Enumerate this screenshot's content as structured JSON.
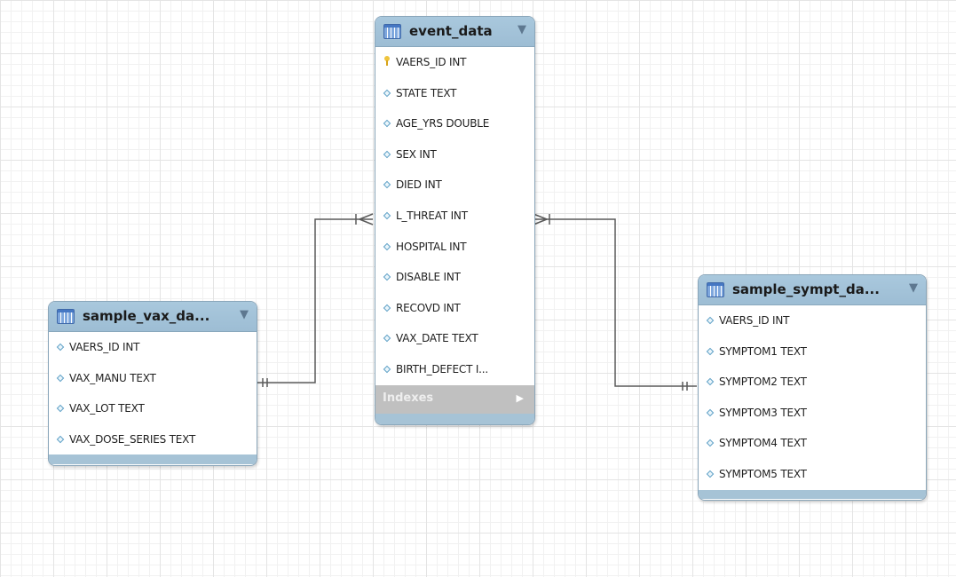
{
  "colors": {
    "header": "#a9c8dd",
    "header_border": "#89a8bd",
    "footer": "#a6c3d6",
    "indexes_bar": "#c0c0c0",
    "connector": "#5a5a5a",
    "grid": "#e4e4e4"
  },
  "tables": {
    "event_data": {
      "title": "event_data",
      "icon": "table-icon",
      "columns": [
        {
          "label": "VAERS_ID INT",
          "icon": "primary-key-icon"
        },
        {
          "label": "STATE TEXT",
          "icon": "column-diamond-icon"
        },
        {
          "label": "AGE_YRS DOUBLE",
          "icon": "column-diamond-icon"
        },
        {
          "label": "SEX INT",
          "icon": "column-diamond-icon"
        },
        {
          "label": "DIED INT",
          "icon": "column-diamond-icon"
        },
        {
          "label": "L_THREAT INT",
          "icon": "column-diamond-icon"
        },
        {
          "label": "HOSPITAL INT",
          "icon": "column-diamond-icon"
        },
        {
          "label": "DISABLE INT",
          "icon": "column-diamond-icon"
        },
        {
          "label": "RECOVD INT",
          "icon": "column-diamond-icon"
        },
        {
          "label": "VAX_DATE TEXT",
          "icon": "column-diamond-icon"
        },
        {
          "label": "BIRTH_DEFECT I...",
          "icon": "column-diamond-icon"
        }
      ],
      "indexes_label": "Indexes"
    },
    "sample_vax_data": {
      "title": "sample_vax_da...",
      "icon": "table-icon",
      "columns": [
        {
          "label": "VAERS_ID INT",
          "icon": "column-diamond-icon"
        },
        {
          "label": "VAX_MANU TEXT",
          "icon": "column-diamond-icon"
        },
        {
          "label": "VAX_LOT TEXT",
          "icon": "column-diamond-icon"
        },
        {
          "label": "VAX_DOSE_SERIES TEXT",
          "icon": "column-diamond-icon"
        }
      ]
    },
    "sample_sympt_data": {
      "title": "sample_sympt_da...",
      "icon": "table-icon",
      "columns": [
        {
          "label": "VAERS_ID INT",
          "icon": "column-diamond-icon"
        },
        {
          "label": "SYMPTOM1 TEXT",
          "icon": "column-diamond-icon"
        },
        {
          "label": "SYMPTOM2 TEXT",
          "icon": "column-diamond-icon"
        },
        {
          "label": "SYMPTOM3 TEXT",
          "icon": "column-diamond-icon"
        },
        {
          "label": "SYMPTOM4 TEXT",
          "icon": "column-diamond-icon"
        },
        {
          "label": "SYMPTOM5 TEXT",
          "icon": "column-diamond-icon"
        }
      ]
    }
  },
  "relationships": [
    {
      "from": "sample_vax_data",
      "to": "event_data",
      "from_end": "one-and-only-one",
      "to_end": "one-or-many"
    },
    {
      "from": "sample_sympt_data",
      "to": "event_data",
      "from_end": "one-and-only-one",
      "to_end": "one-or-many"
    }
  ]
}
